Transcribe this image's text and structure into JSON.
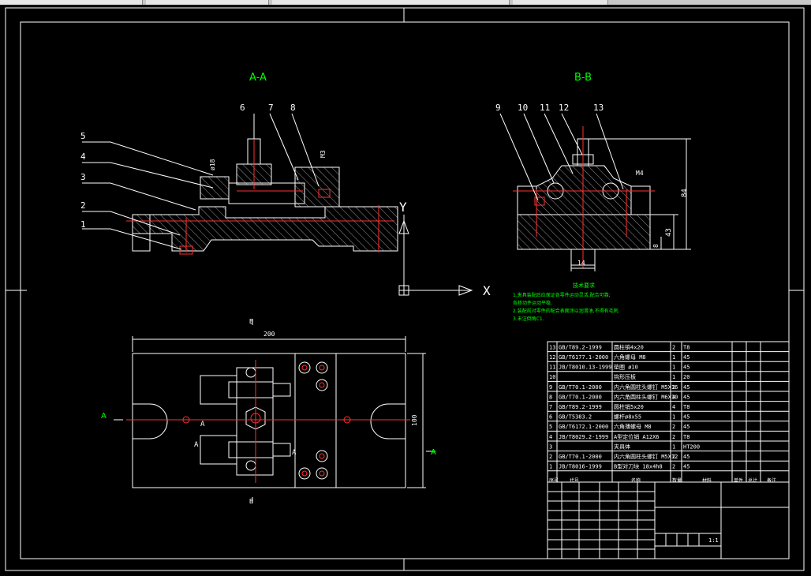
{
  "section_labels": {
    "aa": "A-A",
    "bb": "B-B"
  },
  "axis": {
    "x": "X",
    "y": "Y"
  },
  "callouts_aa": [
    "6",
    "7",
    "8",
    "5",
    "4",
    "3",
    "2",
    "1"
  ],
  "callouts_bb": [
    "9",
    "10",
    "11",
    "12",
    "13"
  ],
  "dims": {
    "top_width": "200",
    "right_height": "100",
    "bb_height": "84",
    "bb_h2": "43",
    "bb_h3": "8",
    "bb_base": "14",
    "bb_thread": "M4",
    "aa_d1": "ø18",
    "aa_thread": "M3"
  },
  "view_marks": {
    "a_left": "A",
    "a_right": "A",
    "b_top": "B",
    "b_bottom": "B",
    "a_inner1": "A",
    "a_inner2": "A",
    "a_inner3": "A"
  },
  "tech_notes": {
    "title": "技术要求",
    "line1": "1.夹具装配后应保证各零件运动灵活,配合可靠;",
    "line2": "  各移动件运动平稳.",
    "line3": "2.装配前对零件的配合表面涂以润滑油,不得有毛刺.",
    "line4": "3.未注倒角C1."
  },
  "bom_rows": [
    {
      "no": "13",
      "std": "GB/T89.2-1999",
      "name": "圆柱销4x20",
      "qty": "2",
      "mat": "T8"
    },
    {
      "no": "12",
      "std": "GB/T6177.1-2000",
      "name": "六角螺母 M8",
      "qty": "1",
      "mat": "45"
    },
    {
      "no": "11",
      "std": "JB/T8010.13-1999",
      "name": "垫圈 ø10",
      "qty": "1",
      "mat": "45"
    },
    {
      "no": "10",
      "std": "",
      "name": "钩形压板",
      "qty": "1",
      "mat": "20"
    },
    {
      "no": "9",
      "std": "GB/T70.1-2000",
      "name": "内六角圆柱头螺钉 M5X16",
      "qty": "2",
      "mat": "45"
    },
    {
      "no": "8",
      "std": "GB/T70.1-2000",
      "name": "内六角圆柱头螺钉 M6X10",
      "qty": "4",
      "mat": "45"
    },
    {
      "no": "7",
      "std": "GB/T89.2-1999",
      "name": "圆柱销5x20",
      "qty": "4",
      "mat": "T8"
    },
    {
      "no": "6",
      "std": "GB/T5383.2",
      "name": "螺杆ø8x55",
      "qty": "1",
      "mat": "45"
    },
    {
      "no": "5",
      "std": "GB/T6172.1-2000",
      "name": "六角薄螺母 M8",
      "qty": "2",
      "mat": "45"
    },
    {
      "no": "4",
      "std": "JB/T8029.2-1999",
      "name": "A型定位销 A12X6",
      "qty": "2",
      "mat": "T8"
    },
    {
      "no": "3",
      "std": "",
      "name": "夹具体",
      "qty": "1",
      "mat": "HT200"
    },
    {
      "no": "2",
      "std": "GB/T70.1-2000",
      "name": "内六角圆柱头螺钉 M5X12",
      "qty": "2",
      "mat": "45"
    },
    {
      "no": "1",
      "std": "JB/T8016-1999",
      "name": "B型对刀块 18x4h8",
      "qty": "2",
      "mat": "45"
    }
  ],
  "bom_header": {
    "no": "序号",
    "std": "代号",
    "name": "名称",
    "qty": "数量",
    "mat": "材料",
    "w1": "单件",
    "w2": "总计",
    "note": "备注"
  },
  "title_block": {
    "scale": "1:1"
  },
  "colors": {
    "line": "#ffffff",
    "center": "#ff3030",
    "dim": "#00ff00",
    "hatch": "#ffffff",
    "frame": "#ffffff",
    "background": "#000000"
  }
}
